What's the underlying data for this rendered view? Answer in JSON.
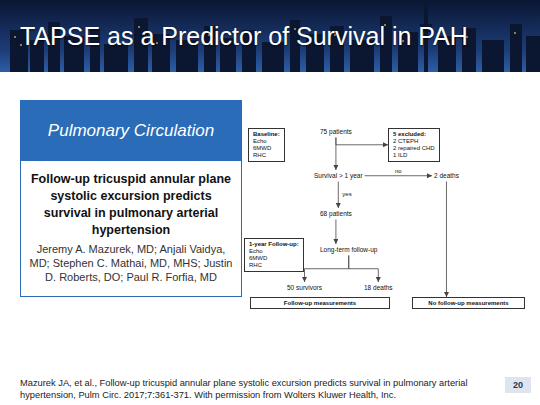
{
  "diagram": {
    "title": "TAPSE as a Predictor of Survival in PAH",
    "caption": "Mazurek JA, et al., Follow-up tricuspid annular plane systolic excursion predicts survival in pulmonary arterial hypertension, Pulm Circ. 2017;7:361-371. With permission from Wolters Kluwer Health, Inc.",
    "nodes": [
      {
        "text": [
          "Pulmonary Circulation",
          "Follow-up tricuspid annular plane systolic excursion predicts survival in pulmonary arterial hypertension",
          "Jeremy A. Mazurek, MD; Anjali Vaidya, MD; Stephen C. Mathai, MD, MHS; Justin D. Roberts, DO; Paul R. Forfia, MD"
        ]
      },
      {
        "text": [
          "Baseline:",
          "Echo",
          "6MWD",
          "RHC"
        ]
      },
      {
        "text": [
          "75 patients"
        ]
      },
      {
        "text": [
          "5 excluded:",
          "2 CTEPH",
          "2 repaired CHD",
          "1 ILD"
        ]
      },
      {
        "text": [
          "Survival > 1 year"
        ]
      },
      {
        "text": [
          "2 deaths"
        ]
      },
      {
        "text": [
          "68 patients"
        ]
      },
      {
        "text": [
          "1-year Follow-up:",
          "Echo",
          "6MWD",
          "RHC"
        ]
      },
      {
        "text": [
          "Long-term follow-up"
        ]
      },
      {
        "text": [
          "50 survivors"
        ]
      },
      {
        "text": [
          "18 deaths"
        ]
      },
      {
        "text": [
          "Follow-up measurements"
        ]
      },
      {
        "text": [
          "No follow-up measurements"
        ]
      }
    ],
    "edges": [
      {
        "from": 2,
        "to": 4,
        "arrow": "to"
      },
      {
        "from": 2,
        "to": 3,
        "arrow": "to"
      },
      {
        "from": 4,
        "to": 5,
        "label": "no",
        "arrow": "to"
      },
      {
        "from": 4,
        "to": 6,
        "label": "yes",
        "arrow": "to"
      },
      {
        "from": 6,
        "to": 8,
        "arrow": "to"
      },
      {
        "from": 8,
        "to": 9,
        "arrow": "to"
      },
      {
        "from": 8,
        "to": 10,
        "arrow": "to"
      },
      {
        "from": 5,
        "to": 12,
        "arrow": "to"
      }
    ],
    "labels": [
      "20"
    ]
  }
}
